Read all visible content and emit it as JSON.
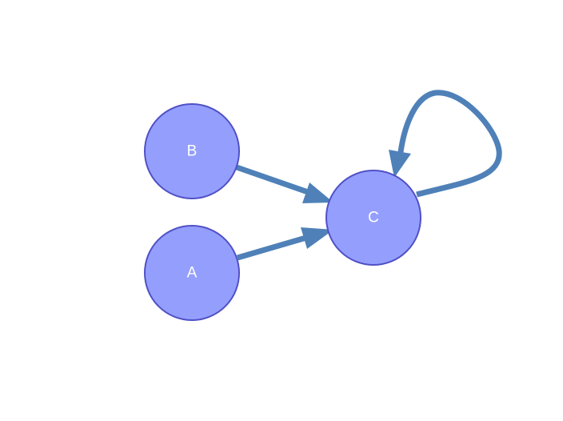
{
  "colors": {
    "node_fill": "#949ffd",
    "node_stroke": "#5050c6",
    "node_text": "#ffffff",
    "edge": "#4f81b8",
    "background": "#ffffff"
  },
  "nodes": [
    {
      "id": "B",
      "label": "B"
    },
    {
      "id": "A",
      "label": "A"
    },
    {
      "id": "C",
      "label": "C"
    }
  ],
  "edges": [
    {
      "from": "B",
      "to": "C"
    },
    {
      "from": "A",
      "to": "C"
    },
    {
      "from": "C",
      "to": "C"
    }
  ]
}
